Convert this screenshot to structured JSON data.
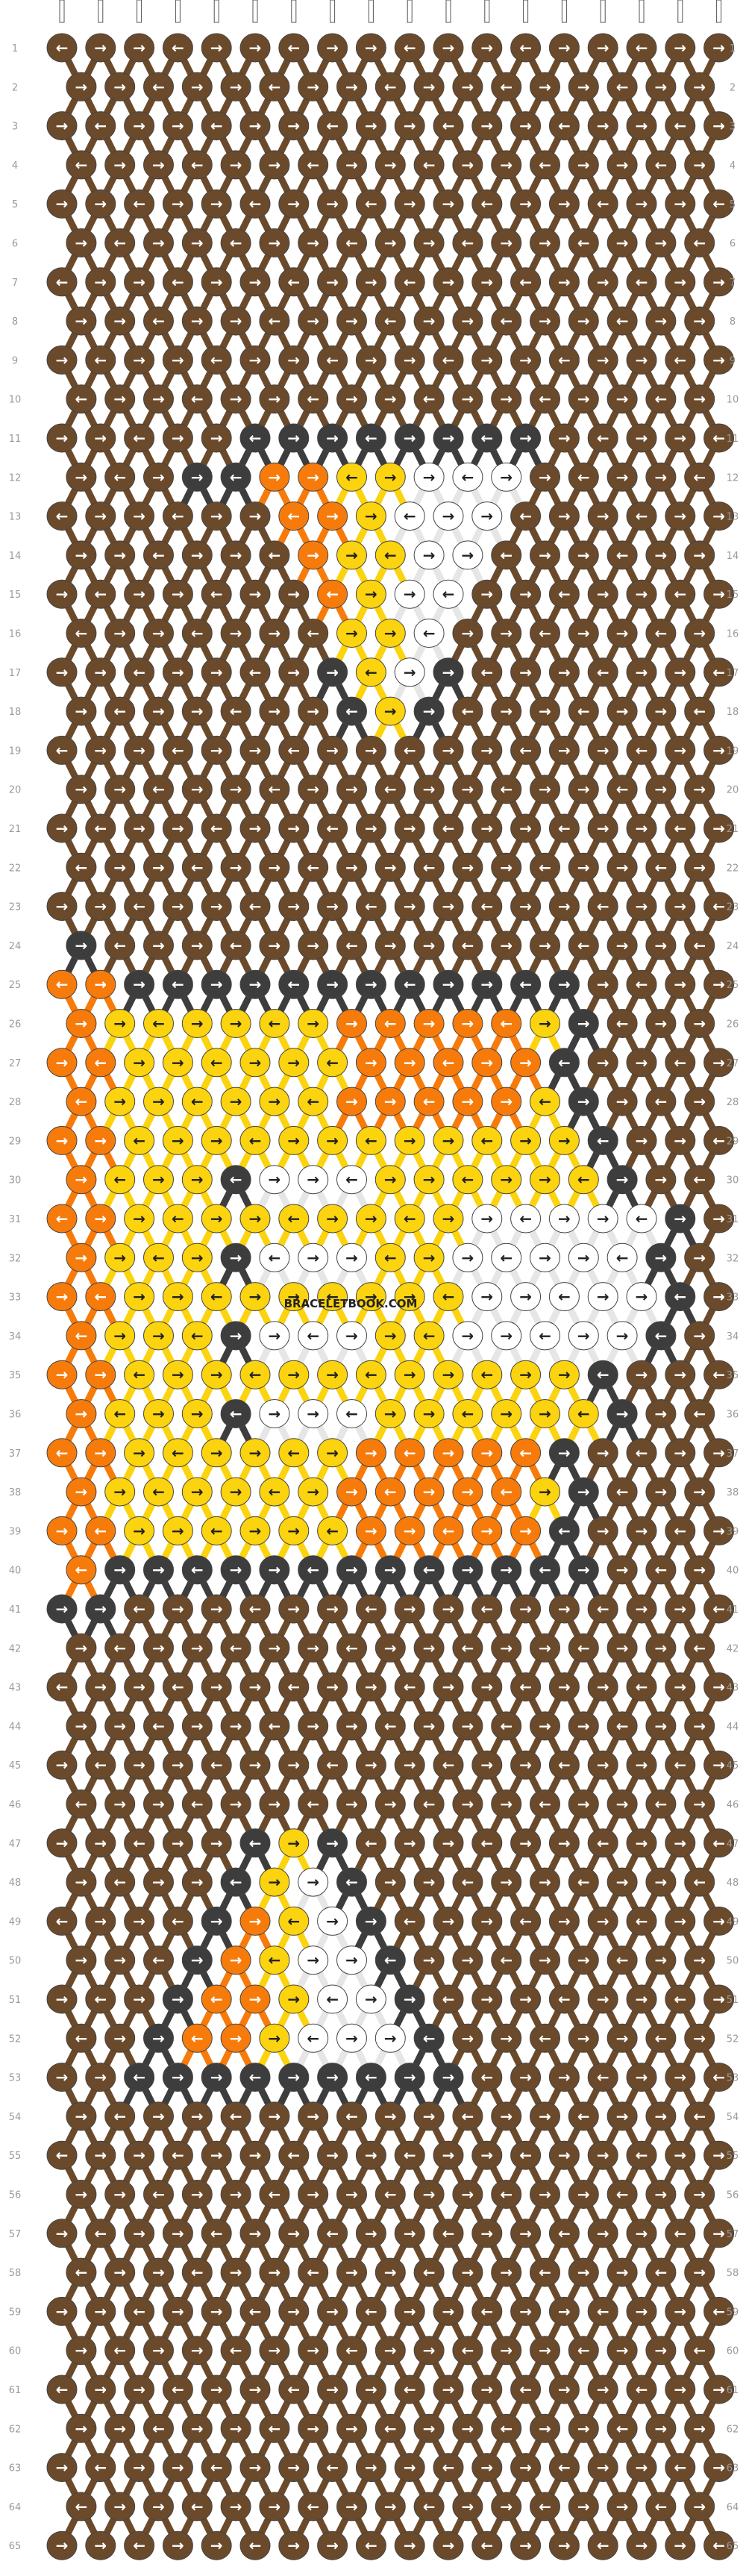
{
  "watermark": "BRACELETBOOK.COM",
  "row_count": 65,
  "column_count": 18,
  "left_row_numbers": [
    "1",
    "2",
    "3",
    "4",
    "5",
    "6",
    "7",
    "8",
    "9",
    "10",
    "11",
    "12",
    "13",
    "14",
    "15",
    "16",
    "17",
    "18",
    "19",
    "20",
    "21",
    "22",
    "23",
    "24",
    "25",
    "26",
    "27",
    "28",
    "29",
    "30",
    "31",
    "32",
    "33",
    "34",
    "35",
    "36",
    "37",
    "38",
    "39",
    "40",
    "41",
    "42",
    "43",
    "44",
    "45",
    "46",
    "47",
    "48",
    "49",
    "50",
    "51",
    "52",
    "53",
    "54",
    "55",
    "56",
    "57",
    "58",
    "59",
    "60",
    "61",
    "62",
    "63",
    "64",
    "65"
  ],
  "right_row_numbers": [
    "1",
    "2",
    "3",
    "4",
    "5",
    "6",
    "7",
    "8",
    "9",
    "10",
    "11",
    "12",
    "13",
    "14",
    "15",
    "16",
    "17",
    "18",
    "19",
    "20",
    "21",
    "22",
    "23",
    "24",
    "25",
    "26",
    "27",
    "28",
    "29",
    "30",
    "31",
    "32",
    "33",
    "34",
    "35",
    "36",
    "37",
    "38",
    "39",
    "40",
    "41",
    "42",
    "43",
    "44",
    "45",
    "46",
    "47",
    "48",
    "49",
    "50",
    "51",
    "52",
    "53",
    "54",
    "55",
    "56",
    "57",
    "58",
    "59",
    "60",
    "61",
    "62",
    "63",
    "64",
    "65"
  ],
  "colors": {
    "brown": "#6b4a2b",
    "dark_gray": "#3d3d3d",
    "orange": "#f77b0b",
    "yellow": "#fbd30e",
    "white": "#ffffff",
    "string_outline": "#555555"
  },
  "string_colors_top": [
    "brown",
    "brown",
    "brown",
    "brown",
    "brown",
    "brown",
    "brown",
    "brown",
    "brown",
    "brown",
    "brown",
    "brown",
    "brown",
    "brown",
    "brown",
    "brown",
    "brown",
    "brown"
  ],
  "knot_icons": [
    "arrow-right-icon",
    "arrow-left-icon"
  ],
  "motif_summary": "dark-gray outlined hourglass-like motif with orange, yellow and white knots on brown background"
}
